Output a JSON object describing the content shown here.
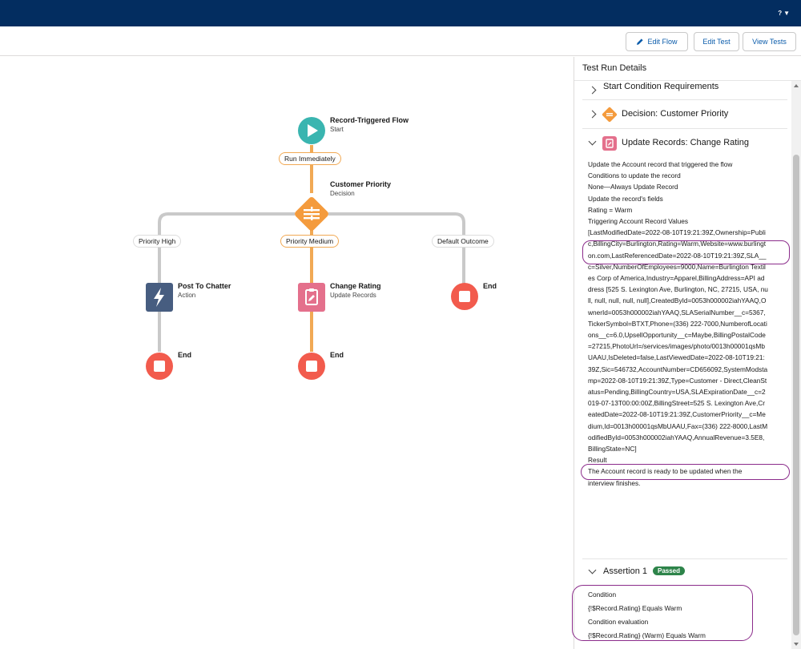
{
  "topbar": {
    "help_label": "?"
  },
  "toolbar": {
    "edit_flow": "Edit Flow",
    "edit_test": "Edit Test",
    "view_tests": "View Tests"
  },
  "colors": {
    "nav": "#032d60",
    "start": "#3ab5b0",
    "decision": "#f49b3d",
    "action": "#475d80",
    "update": "#e4708c",
    "end": "#f25b4d",
    "passed": "#2e844a",
    "highlight": "#8b2c8b"
  },
  "flow": {
    "start": {
      "title": "Record-Triggered Flow",
      "subtitle": "Start",
      "icon": "play-icon"
    },
    "run_immediately": "Run Immediately",
    "decision": {
      "title": "Customer Priority",
      "subtitle": "Decision",
      "icon": "decision-icon"
    },
    "branches": [
      "Priority High",
      "Priority Medium",
      "Default Outcome"
    ],
    "post_to_chatter": {
      "title": "Post To Chatter",
      "subtitle": "Action",
      "icon": "lightning-icon"
    },
    "change_rating": {
      "title": "Change Rating",
      "subtitle": "Update Records",
      "icon": "update-records-icon"
    },
    "end_label": "End"
  },
  "panel": {
    "title": "Test Run Details",
    "sections": {
      "start_condition": "Start Condition Requirements",
      "decision": "Decision: Customer Priority",
      "update": "Update Records: Change Rating",
      "assertion": "Assertion 1"
    },
    "update_details": {
      "line1": "Update the Account record that triggered the flow",
      "line2": "Conditions to update the record",
      "line3": "None—Always Update Record",
      "line4": "Update the record's fields",
      "line5": "Rating = Warm",
      "line6": "Triggering Account Record Values",
      "record_values": "[LastModifiedDate=2022-08-10T19:21:39Z,Ownership=Public,BillingCity=Burlington,Rating=Warm,Website=www.burlington.com,LastReferencedDate=2022-08-10T19:21:39Z,SLA__c=Silver,NumberOfEmployees=9000,Name=Burlington Textiles Corp of America,Industry=Apparel,BillingAddress=API address [525 S. Lexington Ave, Burlington, NC, 27215, USA, null, null, null, null, null],CreatedById=0053h000002iahYAAQ,OwnerId=0053h000002iahYAAQ,SLASerialNumber__c=5367,TickerSymbol=BTXT,Phone=(336) 222-7000,NumberofLocations__c=6.0,UpsellOpportunity__c=Maybe,BillingPostalCode=27215,PhotoUrl=/services/images/photo/0013h00001qsMbUAAU,IsDeleted=false,LastViewedDate=2022-08-10T19:21:39Z,Sic=546732,AccountNumber=CD656092,SystemModstamp=2022-08-10T19:21:39Z,Type=Customer - Direct,CleanStatus=Pending,BillingCountry=USA,SLAExpirationDate__c=2019-07-13T00:00:00Z,BillingStreet=525 S. Lexington Ave,CreatedDate=2022-08-10T19:21:39Z,CustomerPriority__c=Medium,Id=0013h00001qsMbUAAU,Fax=(336) 222-8000,LastModifiedById=0053h000002iahYAAQ,AnnualRevenue=3.5E8,BillingState=NC]",
      "result_label": "Result",
      "result_text": "The Account record is ready to be updated when the interview finishes."
    },
    "assertion": {
      "badge": "Passed",
      "condition_label": "Condition",
      "condition": "{!$Record.Rating} Equals Warm",
      "evaluation_label": "Condition evaluation",
      "evaluation": "{!$Record.Rating} (Warm) Equals Warm"
    }
  }
}
